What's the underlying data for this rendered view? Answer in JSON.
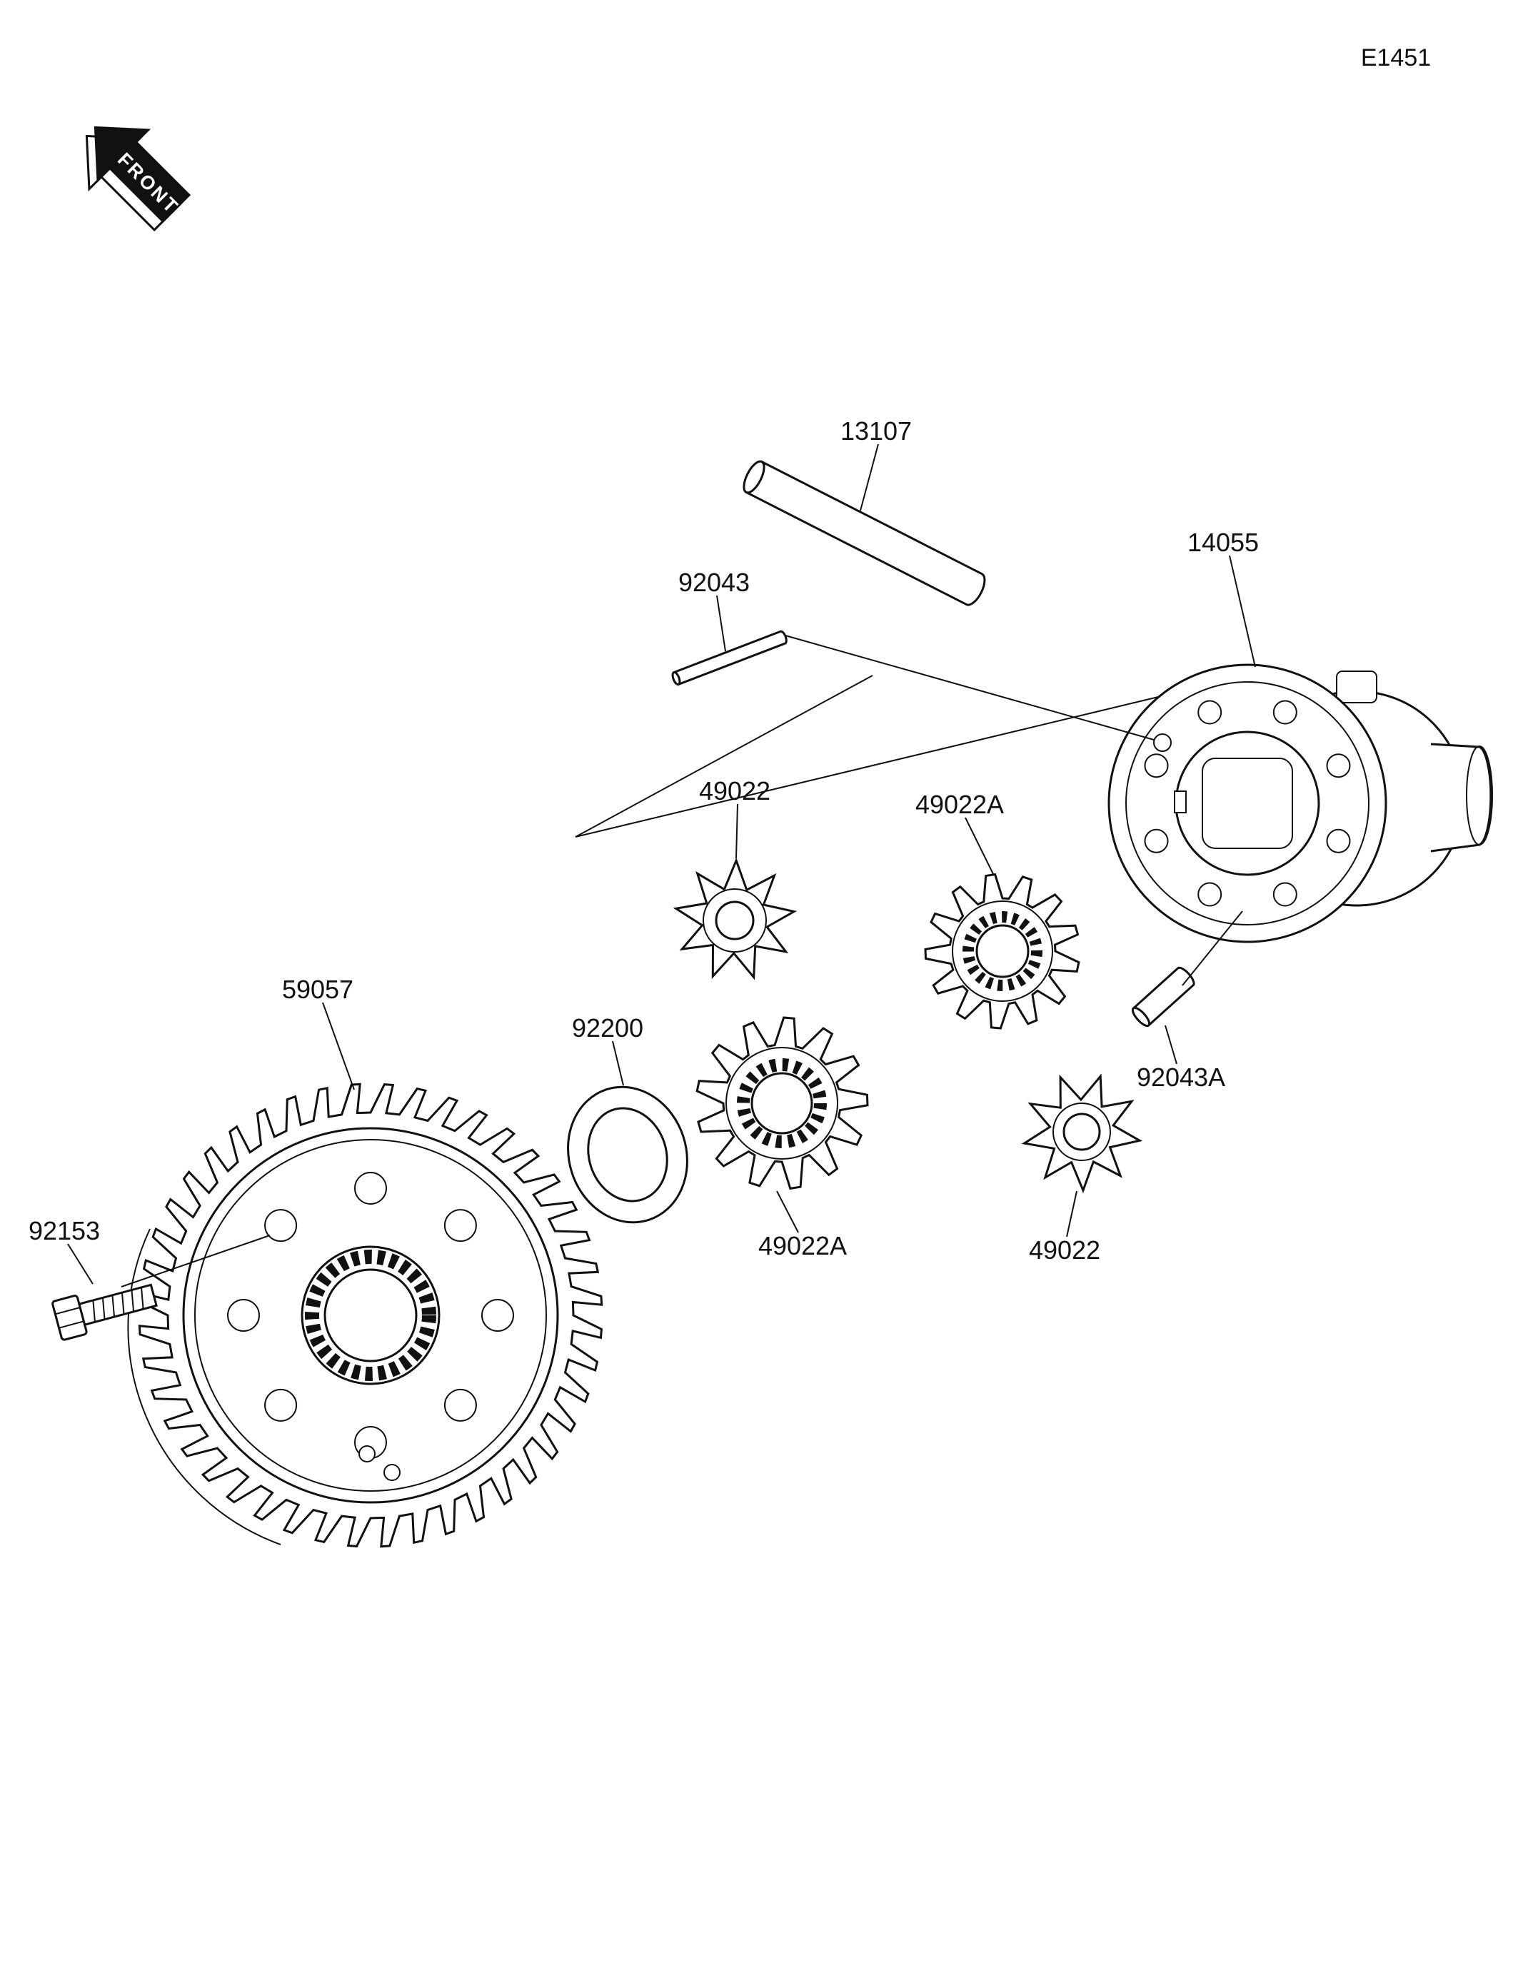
{
  "figure": {
    "code": "E1451"
  },
  "front_marker": {
    "label": "FRONT"
  },
  "part_labels": {
    "shaft_13107": "13107",
    "pin_92043": "92043",
    "case_14055": "14055",
    "pinion_left_49022": "49022",
    "side_gear_top_49022a": "49022A",
    "washer_92200": "92200",
    "ring_gear_59057": "59057",
    "bolt_92153": "92153",
    "side_gear_center_49022a": "49022A",
    "pin_92043a": "92043A",
    "pinion_right_49022": "49022"
  }
}
